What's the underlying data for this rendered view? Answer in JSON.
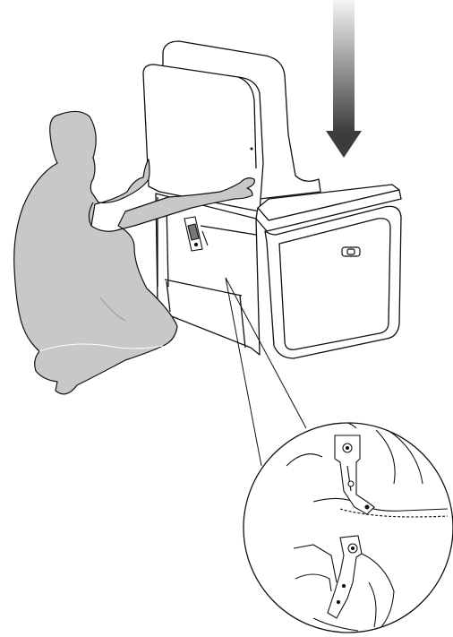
{
  "figure": {
    "kind": "assembly-instruction-illustration",
    "background_color": "#ffffff",
    "line_color": "#111111",
    "person_fill": "#c8c8c8",
    "arrow_gradient": [
      "#f4f4f4",
      "#3c3c3c"
    ],
    "arrow_direction": "down",
    "parts": [
      "backrest",
      "seat-base",
      "armrest",
      "recliner-button",
      "backrest-bracket",
      "person-silhouette",
      "detail-magnifier-circle"
    ]
  }
}
